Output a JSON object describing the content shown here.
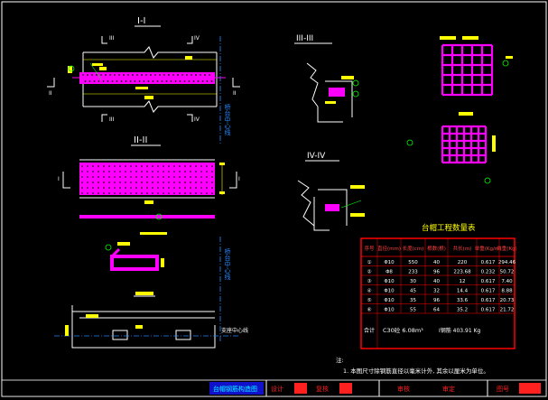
{
  "colors": {
    "background": "#000000",
    "outline": "#ffffff",
    "rebar": "#ff00ff",
    "dimension": "#ffff00",
    "label": "#00ff00",
    "table_frame": "#ff0000",
    "axis": "#2288ff",
    "title_block": "#2222ff"
  },
  "sections": {
    "s1": "I-I",
    "s2": "II-II",
    "s3": "III-III",
    "s4": "IV-IV"
  },
  "markers": {
    "ii": "II",
    "iii": "III",
    "iv": "IV",
    "i": "I"
  },
  "centerline_label": "桥台中心线",
  "support_centerline": "支座中心线",
  "bar_schedule": {
    "title": "台帽工程数量表",
    "headers": [
      "序号",
      "直径(mm)",
      "长度(cm)",
      "根数(根)",
      "共长(m)",
      "单重(Kg/m)",
      "共重(Kg)"
    ],
    "rows": [
      [
        "①",
        "Φ10",
        "550",
        "40",
        "220",
        "0.617",
        "294.46"
      ],
      [
        "②",
        "Φ8",
        "233",
        "96",
        "223.68",
        "0.232",
        "50.72"
      ],
      [
        "③",
        "Φ10",
        "30",
        "40",
        "12",
        "0.617",
        "7.40"
      ],
      [
        "④",
        "Φ10",
        "45",
        "32",
        "14.4",
        "0.617",
        "8.88"
      ],
      [
        "⑤",
        "Φ10",
        "35",
        "96",
        "33.6",
        "0.617",
        "20.73"
      ],
      [
        "⑥",
        "Φ10",
        "55",
        "64",
        "35.2",
        "0.617",
        "21.72"
      ]
    ],
    "total_label": "合计",
    "concrete": "C30砼 6.08m³",
    "steel_total_prefix": "Ⅰ钢筋",
    "steel_total_value": "403.91",
    "steel_unit": "Kg"
  },
  "note_title": "注:",
  "note_text": "1. 本图尺寸除钢筋直径以毫米计外, 其余以厘米为单位。",
  "title_block": {
    "drawing_name": "台帽钢筋构造图",
    "design": "设计",
    "review": "复核",
    "check": "审核",
    "approve": "审定",
    "drawing_no_label": "图号"
  }
}
